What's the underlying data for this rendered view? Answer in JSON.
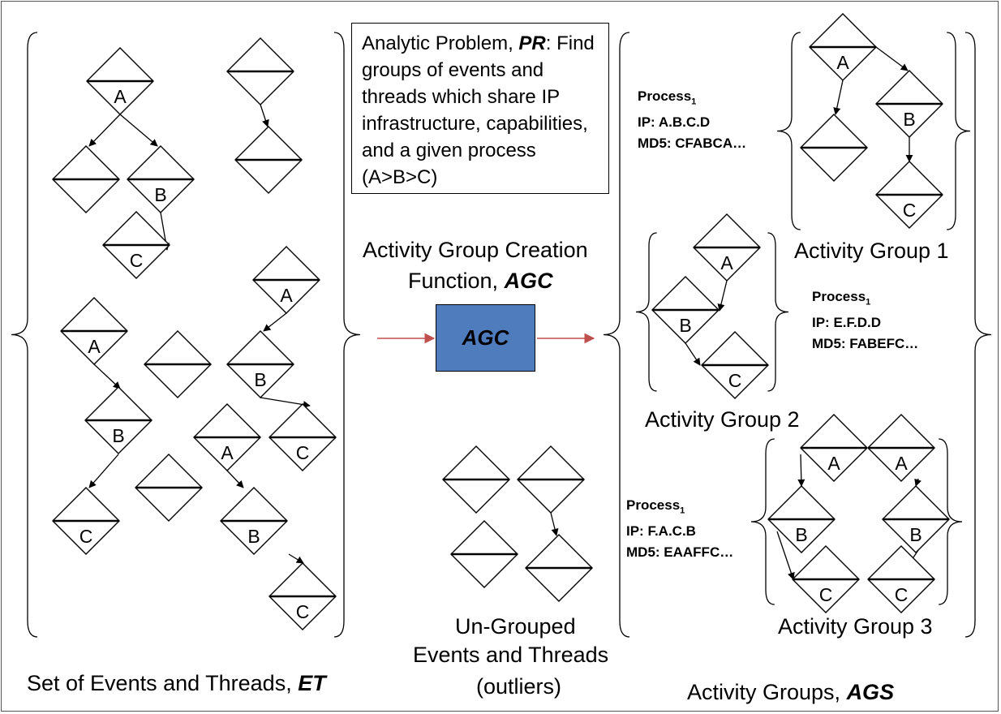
{
  "problem": {
    "prefix": "Analytic Problem, ",
    "emph": "PR",
    "suffix": ":",
    "body": "Find groups of events and threads which share IP infrastructure, capabilities, and a given process (A>B>C)"
  },
  "agc_title": {
    "line1": "Activity Group Creation",
    "line2_prefix": "Function, ",
    "line2_emph": "AGC"
  },
  "agc_box": "AGC",
  "et_caption": {
    "prefix": "Set of Events and Threads, ",
    "emph": "ET"
  },
  "ungrouped_caption": [
    "Un-Grouped",
    "Events and Threads",
    "(outliers)"
  ],
  "ags_caption": {
    "prefix": "Activity Groups, ",
    "emph": "AGS"
  },
  "groups": [
    {
      "title": "Activity Group 1",
      "process": "Process",
      "process_sub": "1",
      "ip": "IP: A.B.C.D",
      "md5": "MD5: CFABCA…"
    },
    {
      "title": "Activity Group 2",
      "process": "Process",
      "process_sub": "1",
      "ip": "IP: E.F.D.D",
      "md5": "MD5: FABEFC…"
    },
    {
      "title": "Activity Group 3",
      "process": "Process",
      "process_sub": "1",
      "ip": "IP: F.A.C.B",
      "md5": "MD5: EAAFFC…"
    }
  ],
  "colors": {
    "agc_fill": "#4f7cbd",
    "flow_arrow": "#c0504d",
    "line": "#000000"
  },
  "diamonds": [
    {
      "id": "et-a1",
      "label": "A",
      "pos": "bottom"
    },
    {
      "id": "et-d1",
      "label": "",
      "pos": "none"
    },
    {
      "id": "et-b1",
      "label": "B",
      "pos": "bottom"
    },
    {
      "id": "et-c1",
      "label": "C",
      "pos": "bottom"
    },
    {
      "id": "et-top-right-1",
      "label": "",
      "pos": "none"
    },
    {
      "id": "et-top-right-2",
      "label": "",
      "pos": "none"
    },
    {
      "id": "et-a2",
      "label": "A",
      "pos": "bottom"
    },
    {
      "id": "et-b2",
      "label": "B",
      "pos": "bottom"
    },
    {
      "id": "et-c2",
      "label": "C",
      "pos": "bottom"
    },
    {
      "id": "et-blank-1",
      "label": "",
      "pos": "none"
    },
    {
      "id": "et-blank-2",
      "label": "",
      "pos": "none"
    },
    {
      "id": "et-a3",
      "label": "A",
      "pos": "bottom"
    },
    {
      "id": "et-b3",
      "label": "B",
      "pos": "bottom"
    },
    {
      "id": "et-c3",
      "label": "C",
      "pos": "bottom"
    },
    {
      "id": "et-a4",
      "label": "A",
      "pos": "bottom"
    },
    {
      "id": "et-b4",
      "label": "B",
      "pos": "bottom"
    },
    {
      "id": "et-c4",
      "label": "C",
      "pos": "bottom"
    },
    {
      "id": "ug-1",
      "label": "",
      "pos": "none"
    },
    {
      "id": "ug-2",
      "label": "",
      "pos": "none"
    },
    {
      "id": "ug-3",
      "label": "",
      "pos": "none"
    },
    {
      "id": "ug-4",
      "label": "",
      "pos": "none"
    },
    {
      "id": "g1-a",
      "label": "A",
      "pos": "bottom"
    },
    {
      "id": "g1-blank",
      "label": "",
      "pos": "none"
    },
    {
      "id": "g1-b",
      "label": "B",
      "pos": "bottom"
    },
    {
      "id": "g1-c",
      "label": "C",
      "pos": "bottom"
    },
    {
      "id": "g2-a",
      "label": "A",
      "pos": "bottom"
    },
    {
      "id": "g2-b",
      "label": "B",
      "pos": "bottom"
    },
    {
      "id": "g2-c",
      "label": "C",
      "pos": "bottom"
    },
    {
      "id": "g3-a1",
      "label": "A",
      "pos": "bottom"
    },
    {
      "id": "g3-a2",
      "label": "A",
      "pos": "bottom"
    },
    {
      "id": "g3-b1",
      "label": "B",
      "pos": "bottom"
    },
    {
      "id": "g3-b2",
      "label": "B",
      "pos": "bottom"
    },
    {
      "id": "g3-c1",
      "label": "C",
      "pos": "bottom"
    },
    {
      "id": "g3-c2",
      "label": "C",
      "pos": "bottom"
    }
  ]
}
